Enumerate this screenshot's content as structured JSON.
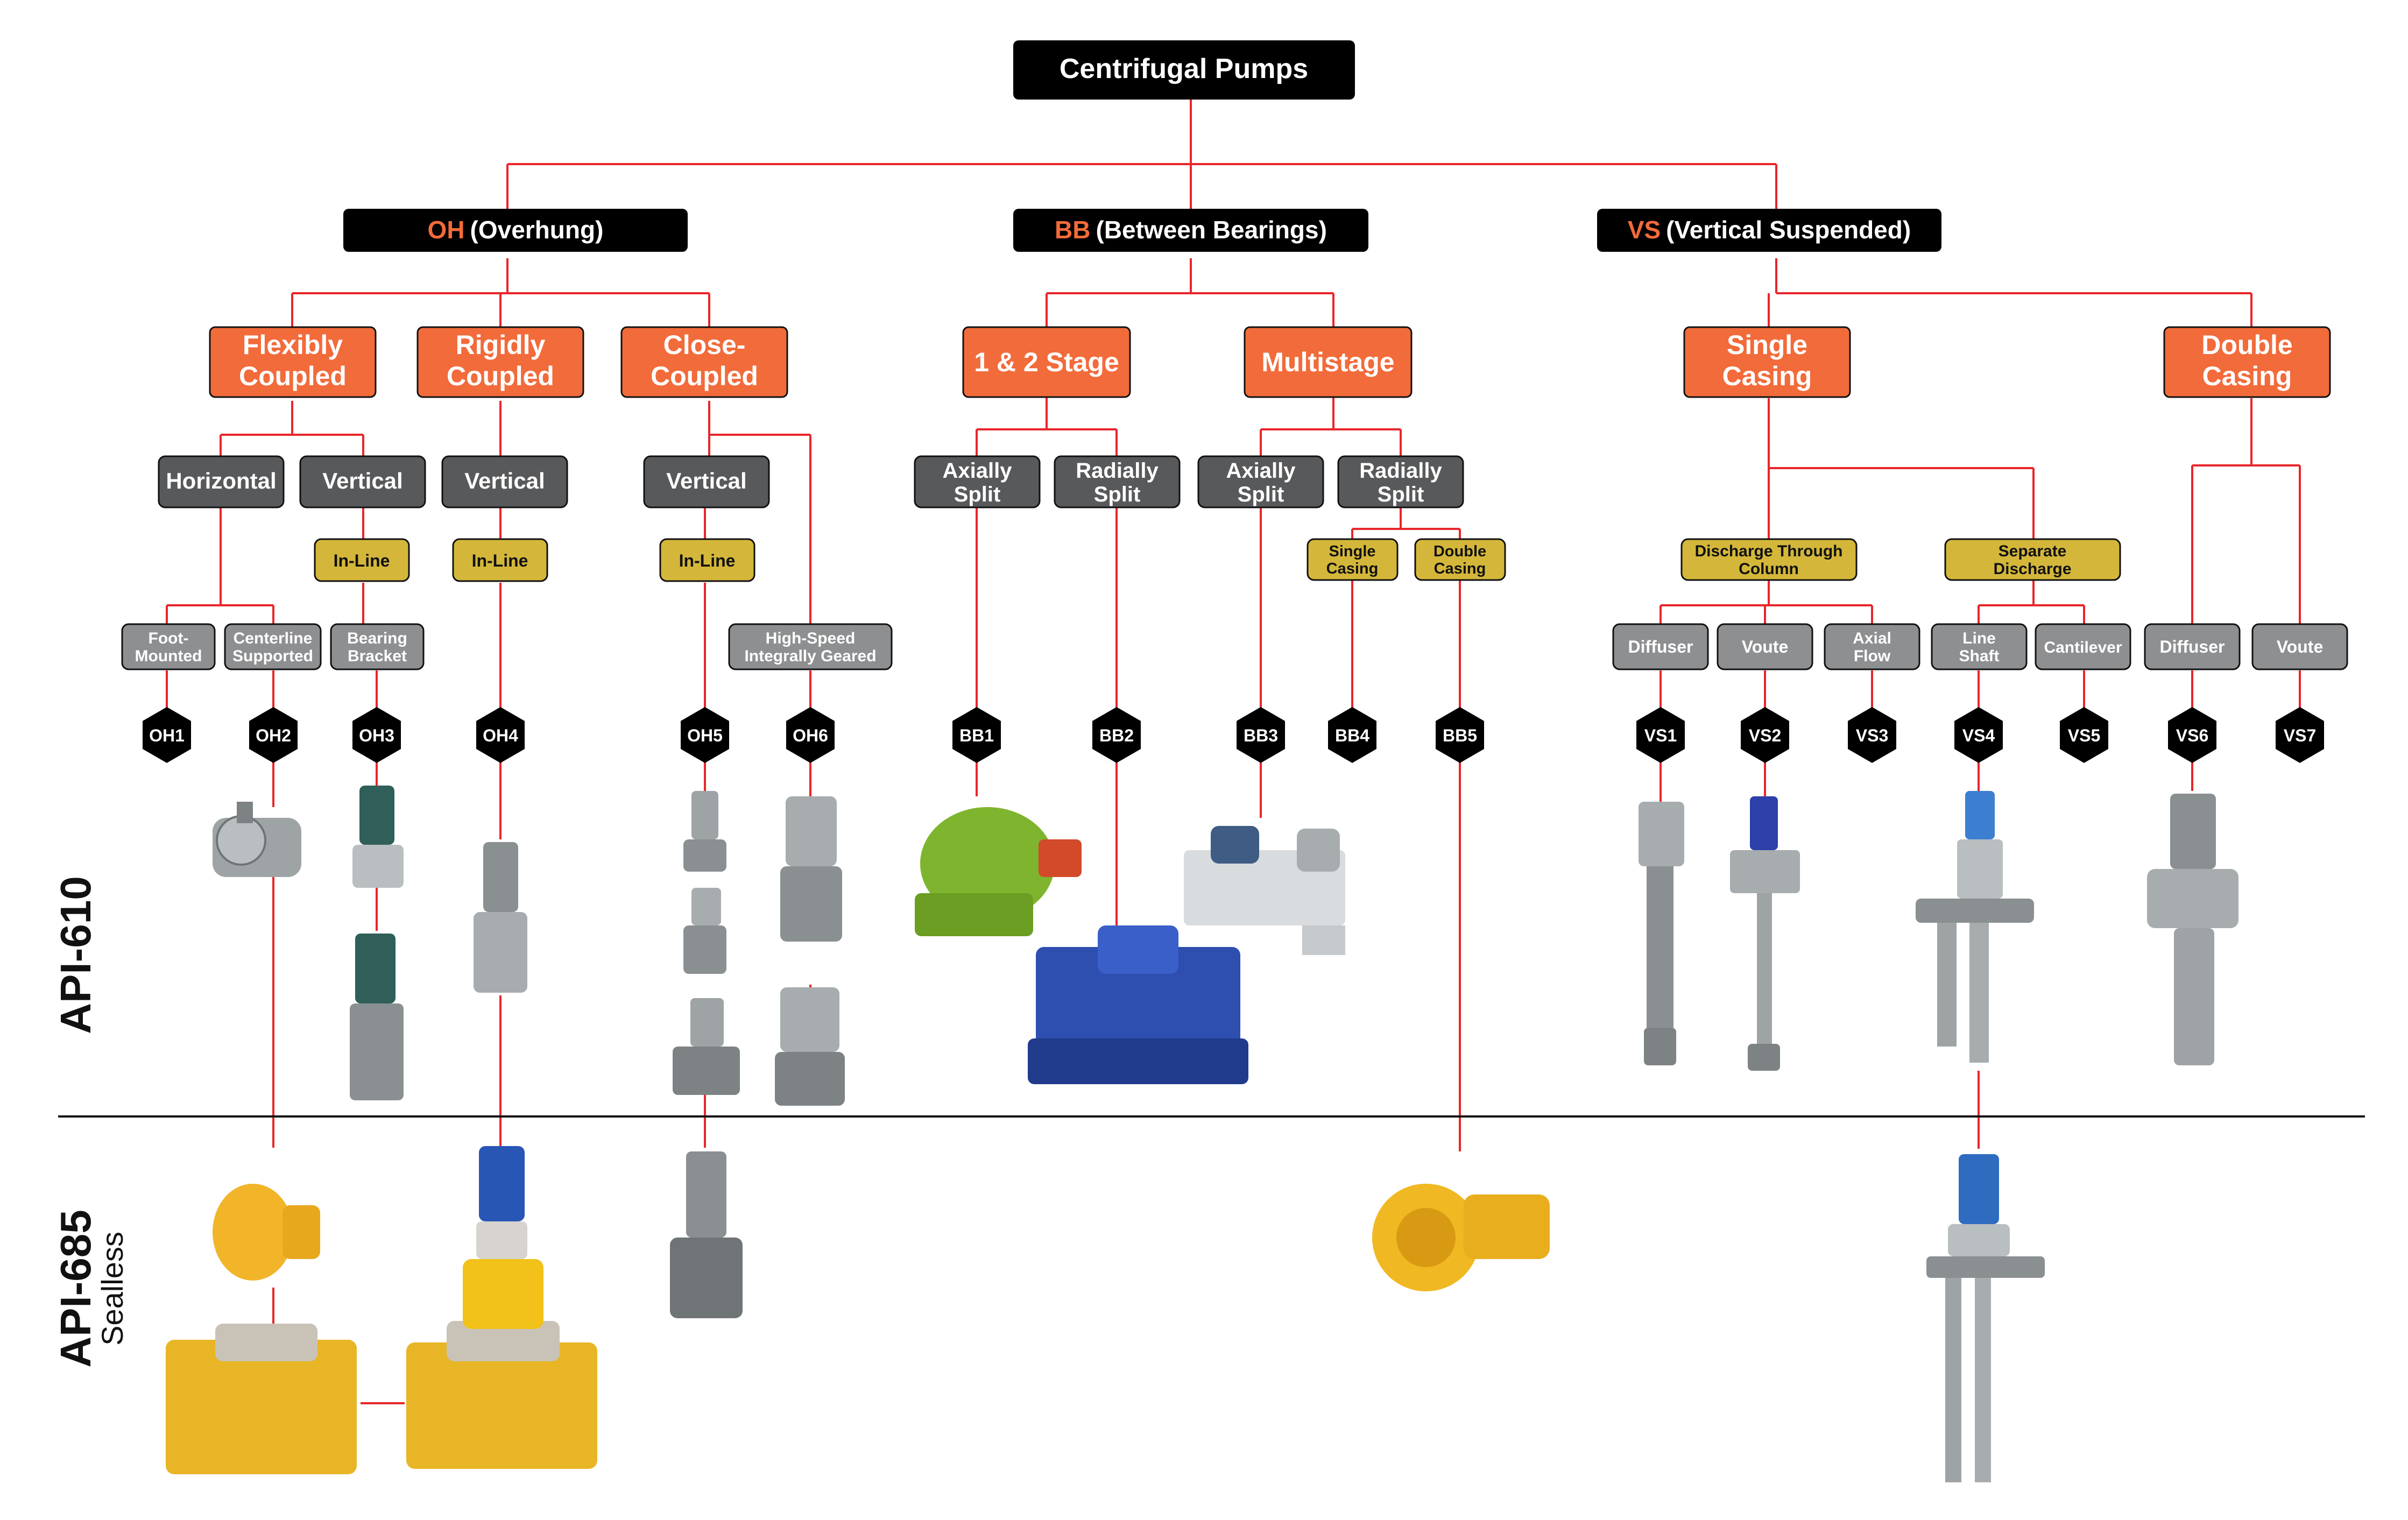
{
  "root": {
    "label": "Centrifugal Pumps"
  },
  "level1": [
    {
      "code": "OH",
      "name": "(Overhung)"
    },
    {
      "code": "BB",
      "name": "(Between Bearings)"
    },
    {
      "code": "VS",
      "name": "(Vertical Suspended)"
    }
  ],
  "level2": [
    {
      "lines": [
        "Flexibly",
        "Coupled"
      ]
    },
    {
      "lines": [
        "Rigidly",
        "Coupled"
      ]
    },
    {
      "lines": [
        "Close-",
        "Coupled"
      ]
    },
    {
      "lines": [
        "1 & 2 Stage"
      ]
    },
    {
      "lines": [
        "Multistage"
      ]
    },
    {
      "lines": [
        "Single",
        "Casing"
      ]
    },
    {
      "lines": [
        "Double",
        "Casing"
      ]
    }
  ],
  "level3": [
    {
      "lines": [
        "Horizontal"
      ]
    },
    {
      "lines": [
        "Vertical"
      ]
    },
    {
      "lines": [
        "Vertical"
      ]
    },
    {
      "lines": [
        "Vertical"
      ]
    },
    {
      "lines": [
        "Axially",
        "Split"
      ]
    },
    {
      "lines": [
        "Radially",
        "Split"
      ]
    },
    {
      "lines": [
        "Axially",
        "Split"
      ]
    },
    {
      "lines": [
        "Radially",
        "Split"
      ]
    }
  ],
  "level4": [
    {
      "lines": [
        "In-Line"
      ]
    },
    {
      "lines": [
        "In-Line"
      ]
    },
    {
      "lines": [
        "In-Line"
      ]
    },
    {
      "lines": [
        "Single",
        "Casing"
      ]
    },
    {
      "lines": [
        "Double",
        "Casing"
      ]
    },
    {
      "lines": [
        "Discharge Through",
        "Column"
      ]
    },
    {
      "lines": [
        "Separate",
        "Discharge"
      ]
    }
  ],
  "level5": [
    {
      "lines": [
        "Foot-",
        "Mounted"
      ]
    },
    {
      "lines": [
        "Centerline",
        "Supported"
      ]
    },
    {
      "lines": [
        "Bearing",
        "Bracket"
      ]
    },
    {
      "lines": [
        "High-Speed",
        "Integrally Geared"
      ]
    },
    {
      "lines": [
        "Diffuser"
      ]
    },
    {
      "lines": [
        "Voute"
      ]
    },
    {
      "lines": [
        "Axial",
        "Flow"
      ]
    },
    {
      "lines": [
        "Line",
        "Shaft"
      ]
    },
    {
      "lines": [
        "Cantilever"
      ]
    },
    {
      "lines": [
        "Diffuser"
      ]
    },
    {
      "lines": [
        "Voute"
      ]
    }
  ],
  "types": [
    "OH1",
    "OH2",
    "OH3",
    "OH4",
    "OH5",
    "OH6",
    "BB1",
    "BB2",
    "BB3",
    "BB4",
    "BB5",
    "VS1",
    "VS2",
    "VS3",
    "VS4",
    "VS5",
    "VS6",
    "VS7"
  ],
  "standards": {
    "api610": "API-610",
    "api685": "API-685",
    "api685_sub": "Sealless"
  },
  "colors": {
    "root": "#000000",
    "orange": "#f26b3a",
    "gray": "#58595b",
    "light_gray": "#8e8f91",
    "gold": "#d4b73a",
    "connector": "#e8262a"
  },
  "icons": [
    "pump-photo-placeholder"
  ]
}
